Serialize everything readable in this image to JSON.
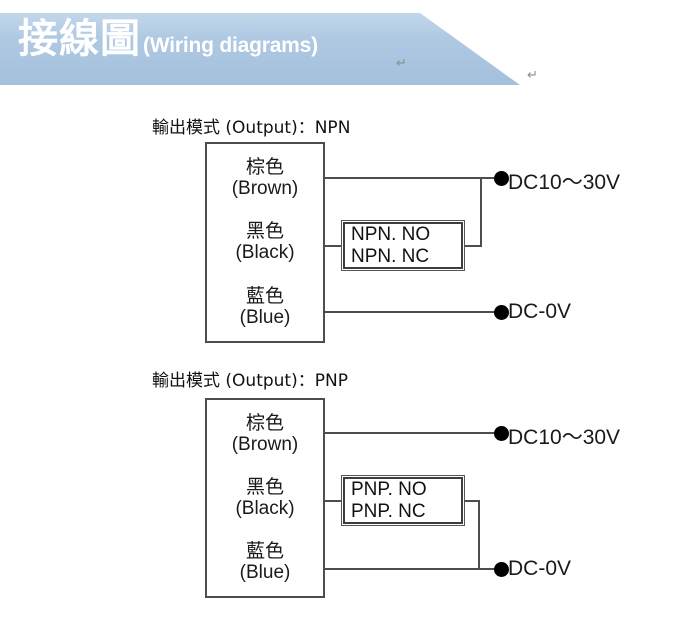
{
  "header": {
    "title_cjk": "接線圖",
    "title_en": "(Wiring diagrams)",
    "banner_color": "#a9c5e0",
    "banner_color_light": "#c3d7ea",
    "text_color": "#ffffff",
    "pilcrow_1": "↵",
    "pilcrow_2": "↵"
  },
  "diagrams": [
    {
      "id": "npn",
      "title": "輸出模式 (Output)：NPN",
      "sensor": {
        "wires": [
          {
            "name": "brown",
            "cjk": "棕色",
            "en": "(Brown)"
          },
          {
            "name": "black",
            "cjk": "黑色",
            "en": "(Black)"
          },
          {
            "name": "blue",
            "cjk": "藍色",
            "en": "(Blue)"
          }
        ]
      },
      "mode_box": {
        "line1": "NPN. NO",
        "line2": "NPN. NC"
      },
      "terminals": [
        {
          "name": "supply-positive",
          "label": "DC10～30V"
        },
        {
          "name": "supply-ground",
          "label": "DC-0V"
        }
      ]
    },
    {
      "id": "pnp",
      "title": "輸出模式 (Output)：PNP",
      "sensor": {
        "wires": [
          {
            "name": "brown",
            "cjk": "棕色",
            "en": "(Brown)"
          },
          {
            "name": "black",
            "cjk": "黑色",
            "en": "(Black)"
          },
          {
            "name": "blue",
            "cjk": "藍色",
            "en": "(Blue)"
          }
        ]
      },
      "mode_box": {
        "line1": "PNP. NO",
        "line2": "PNP. NC"
      },
      "terminals": [
        {
          "name": "supply-positive",
          "label": "DC10～30V"
        },
        {
          "name": "supply-ground",
          "label": "DC-0V"
        }
      ]
    }
  ]
}
